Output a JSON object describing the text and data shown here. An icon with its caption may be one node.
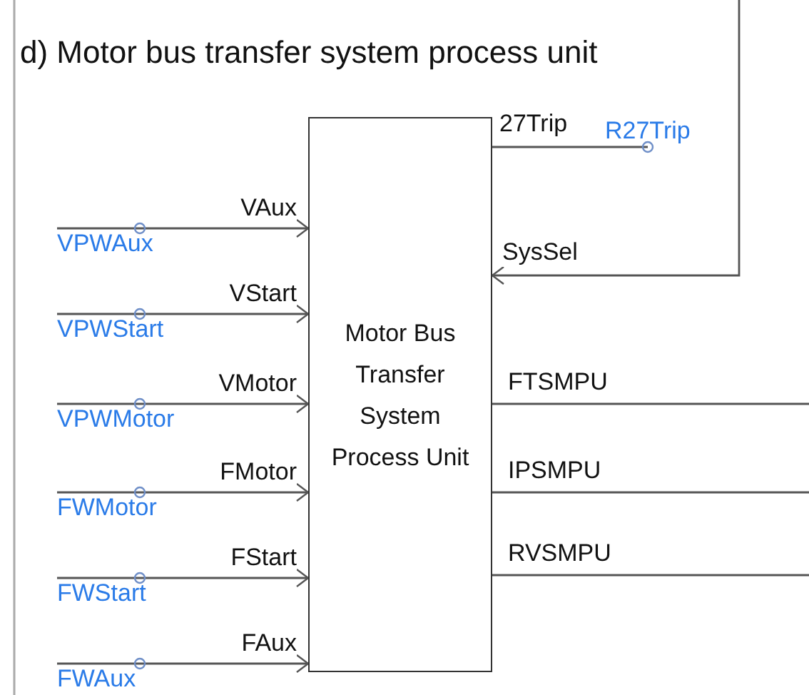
{
  "diagram": {
    "title": "d) Motor bus transfer system process unit",
    "nodes": [
      {
        "text": [
          "Motor Bus Transfer System Process Unit"
        ]
      },
      {
        "text": [
          "R27Trip"
        ]
      },
      {
        "text": [
          "VPWAux"
        ]
      },
      {
        "text": [
          "VPWStart"
        ]
      },
      {
        "text": [
          "VPWMotor"
        ]
      },
      {
        "text": [
          "FWMotor"
        ]
      },
      {
        "text": [
          "FWStart"
        ]
      },
      {
        "text": [
          "FWAux"
        ]
      }
    ],
    "edges": [
      {
        "from": 0,
        "to": 1,
        "arrow": "other",
        "label": "27Trip"
      },
      {
        "from": null,
        "to": 0,
        "arrow": "to",
        "label": "SysSel"
      },
      {
        "from": 2,
        "to": 0,
        "arrow": "to",
        "label": "VAux"
      },
      {
        "from": 3,
        "to": 0,
        "arrow": "to",
        "label": "VStart"
      },
      {
        "from": 4,
        "to": 0,
        "arrow": "to",
        "label": "VMotor"
      },
      {
        "from": 5,
        "to": 0,
        "arrow": "to",
        "label": "FMotor"
      },
      {
        "from": 6,
        "to": 0,
        "arrow": "to",
        "label": "FStart"
      },
      {
        "from": 7,
        "to": 0,
        "arrow": "to",
        "label": "FAux"
      },
      {
        "from": 0,
        "to": null,
        "arrow": "none",
        "label": "FTSMPU"
      },
      {
        "from": 0,
        "to": null,
        "arrow": "none",
        "label": "IPSMPU"
      },
      {
        "from": 0,
        "to": null,
        "arrow": "none",
        "label": "RVSMPU"
      }
    ]
  }
}
